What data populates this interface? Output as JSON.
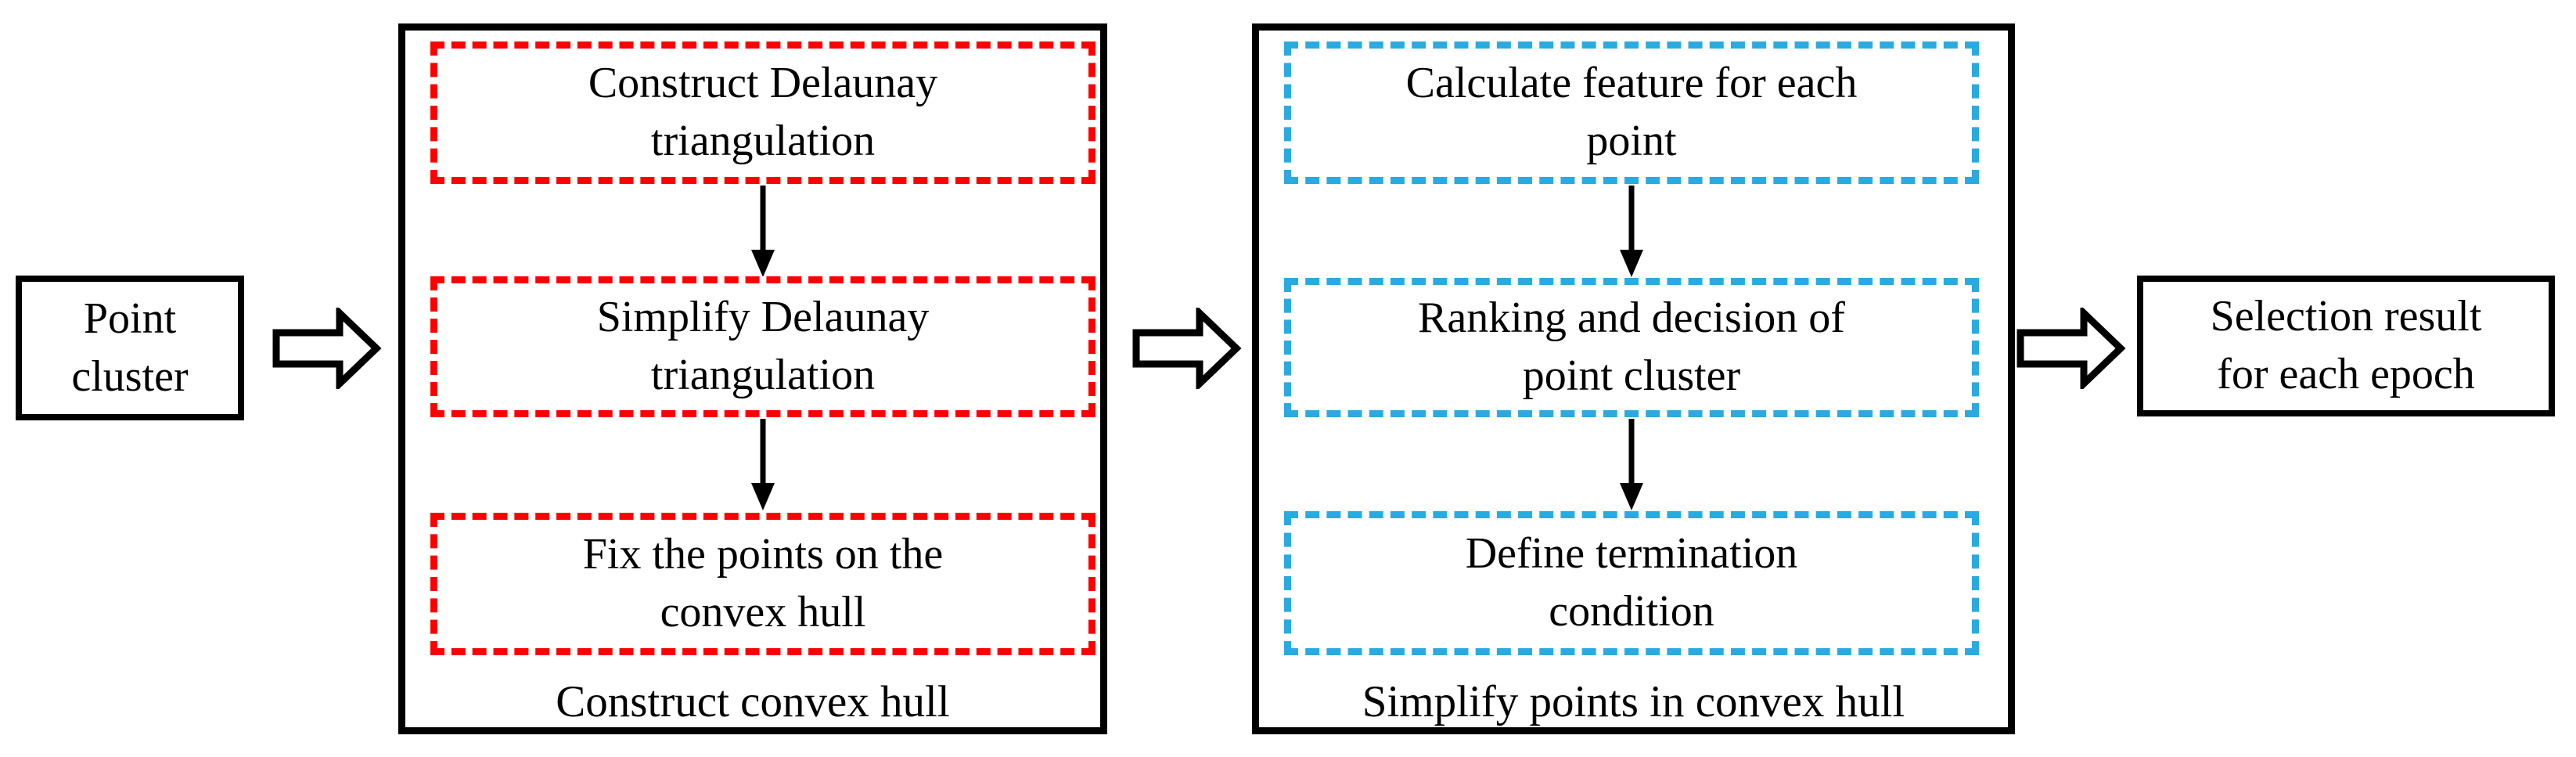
{
  "diagram": {
    "background_color": "#ffffff",
    "line_color": "#000000",
    "input_box": {
      "label": "Point\ncluster"
    },
    "stage1": {
      "title": "Construct convex hull",
      "dash_color": "#ff0000",
      "steps": [
        {
          "label": "Construct Delaunay\ntriangulation"
        },
        {
          "label": "Simplify Delaunay\ntriangulation"
        },
        {
          "label": "Fix the points on the\nconvex hull"
        }
      ]
    },
    "stage2": {
      "title": "Simplify points in convex hull",
      "dash_color": "#29abe2",
      "steps": [
        {
          "label": "Calculate feature for each\npoint"
        },
        {
          "label": "Ranking and decision of\npoint cluster"
        },
        {
          "label": "Define termination\ncondition"
        }
      ]
    },
    "output_box": {
      "label": "Selection result\nfor each epoch"
    }
  }
}
